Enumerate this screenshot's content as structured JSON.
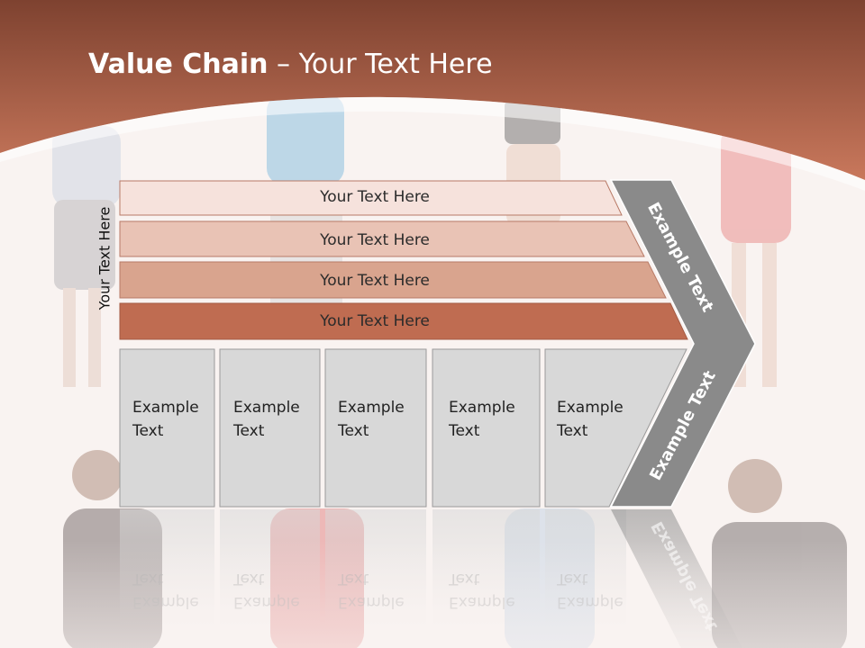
{
  "slide": {
    "title_bold": "Value Chain",
    "title_rest": " – Your Text Here",
    "side_label": "Your Text Here",
    "bars": [
      {
        "label": "Your Text Here",
        "color": "#f6e2dc"
      },
      {
        "label": "Your Text Here",
        "color": "#e9c3b5"
      },
      {
        "label": "Your Text Here",
        "color": "#d9a48e"
      },
      {
        "label": "Your Text Here",
        "color": "#bf6c51"
      }
    ],
    "boxes": [
      {
        "label": "Example Text"
      },
      {
        "label": "Example Text"
      },
      {
        "label": "Example Text"
      },
      {
        "label": "Example Text"
      },
      {
        "label": "Example Text"
      }
    ],
    "arrow_upper_label": "Example Text",
    "arrow_lower_label": "Example Text",
    "colors": {
      "header_dark": "#8c4a35",
      "header_light": "#c97c60",
      "box_fill": "#d8d8d8",
      "arrow_fill": "#8a8a8a"
    }
  }
}
